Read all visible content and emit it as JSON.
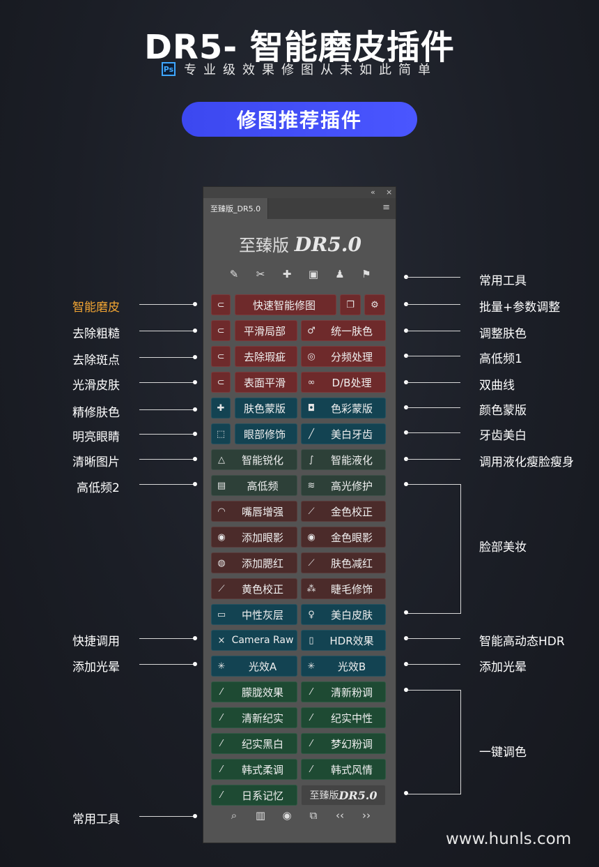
{
  "header": {
    "title": "DR5- 智能磨皮插件",
    "ps_badge": "Ps",
    "subtitle": "专业级效果修图从未如此简单",
    "pill": "修图推荐插件"
  },
  "panel": {
    "collapse_icon": "«",
    "close_icon": "×",
    "tab_label": "至臻版_DR5.0",
    "menu_icon": "≡",
    "logo_cn": "至臻版",
    "logo_en": "DR5.0",
    "tools": [
      "✎",
      "✂",
      "✚",
      "▣",
      "♟",
      "⚑"
    ],
    "buttons": {
      "smart_btn": "快速智能修图",
      "b_smooth_local": "平滑局部",
      "b_unify_skin": "统一肤色",
      "b_remove_spots": "去除瑕疵",
      "b_freq_sep": "分频处理",
      "b_surface_smooth": "表面平滑",
      "b_db_process": "D/B处理",
      "b_skin_mask": "肤色蒙版",
      "b_color_mask": "色彩蒙版",
      "b_eye_fix": "眼部修饰",
      "b_teeth_white": "美白牙齿",
      "b_sharpen": "智能锐化",
      "b_liquify": "智能液化",
      "b_high_freq": "高低频",
      "b_highlight_protect": "高光修护",
      "b_lip_enhance": "嘴唇增强",
      "b_gold_correct": "金色校正",
      "b_eye_shadow": "添加眼影",
      "b_gold_shadow": "金色眼影",
      "b_blush": "添加腮红",
      "b_skin_reduce_red": "肤色减红",
      "b_yellow_correct": "黄色校正",
      "b_lash_fix": "睫毛修饰",
      "b_neutral_grey": "中性灰层",
      "b_whiten_skin": "美白皮肤",
      "b_camera_raw": "Camera Raw",
      "b_hdr": "HDR效果",
      "b_glow_a": "光效A",
      "b_glow_b": "光效B",
      "b_hazy": "朦胧效果",
      "b_fresh_pink": "清新粉调",
      "b_fresh_doc": "清新纪实",
      "b_doc_neutral": "纪实中性",
      "b_doc_bw": "纪实黑白",
      "b_dream_pink": "梦幻粉调",
      "b_korean_soft": "韩式柔调",
      "b_korean_style": "韩式风情",
      "b_japanese_memory": "日系记忆",
      "b_logo_cn": "至臻版",
      "b_logo_en": "DR5.0"
    },
    "bottom_tools": [
      "⌕",
      "▥",
      "◉",
      "⧉",
      "‹‹",
      "››"
    ]
  },
  "left_labels": {
    "smart_skin": "智能磨皮",
    "remove_rough": "去除粗糙",
    "remove_spots": "去除斑点",
    "smooth_skin": "光滑皮肤",
    "refine_skin": "精修肤色",
    "bright_eyes": "明亮眼睛",
    "clear_image": "清晰图片",
    "high_low_freq2": "高低频2",
    "quick_call": "快捷调用",
    "add_halo": "添加光晕",
    "common_tools": "常用工具"
  },
  "right_labels": {
    "common_tools": "常用工具",
    "batch_param": "批量+参数调整",
    "adjust_skin": "调整肤色",
    "high_low_freq1": "高低频1",
    "double_curve": "双曲线",
    "color_mask": "颜色蒙版",
    "teeth_white": "牙齿美白",
    "liquify_slim": "调用液化瘦脸瘦身",
    "face_makeup": "脸部美妆",
    "smart_hdr": "智能高动态HDR",
    "add_halo": "添加光晕",
    "one_click_tone": "一键调色"
  },
  "watermark": "www.hunls.com"
}
